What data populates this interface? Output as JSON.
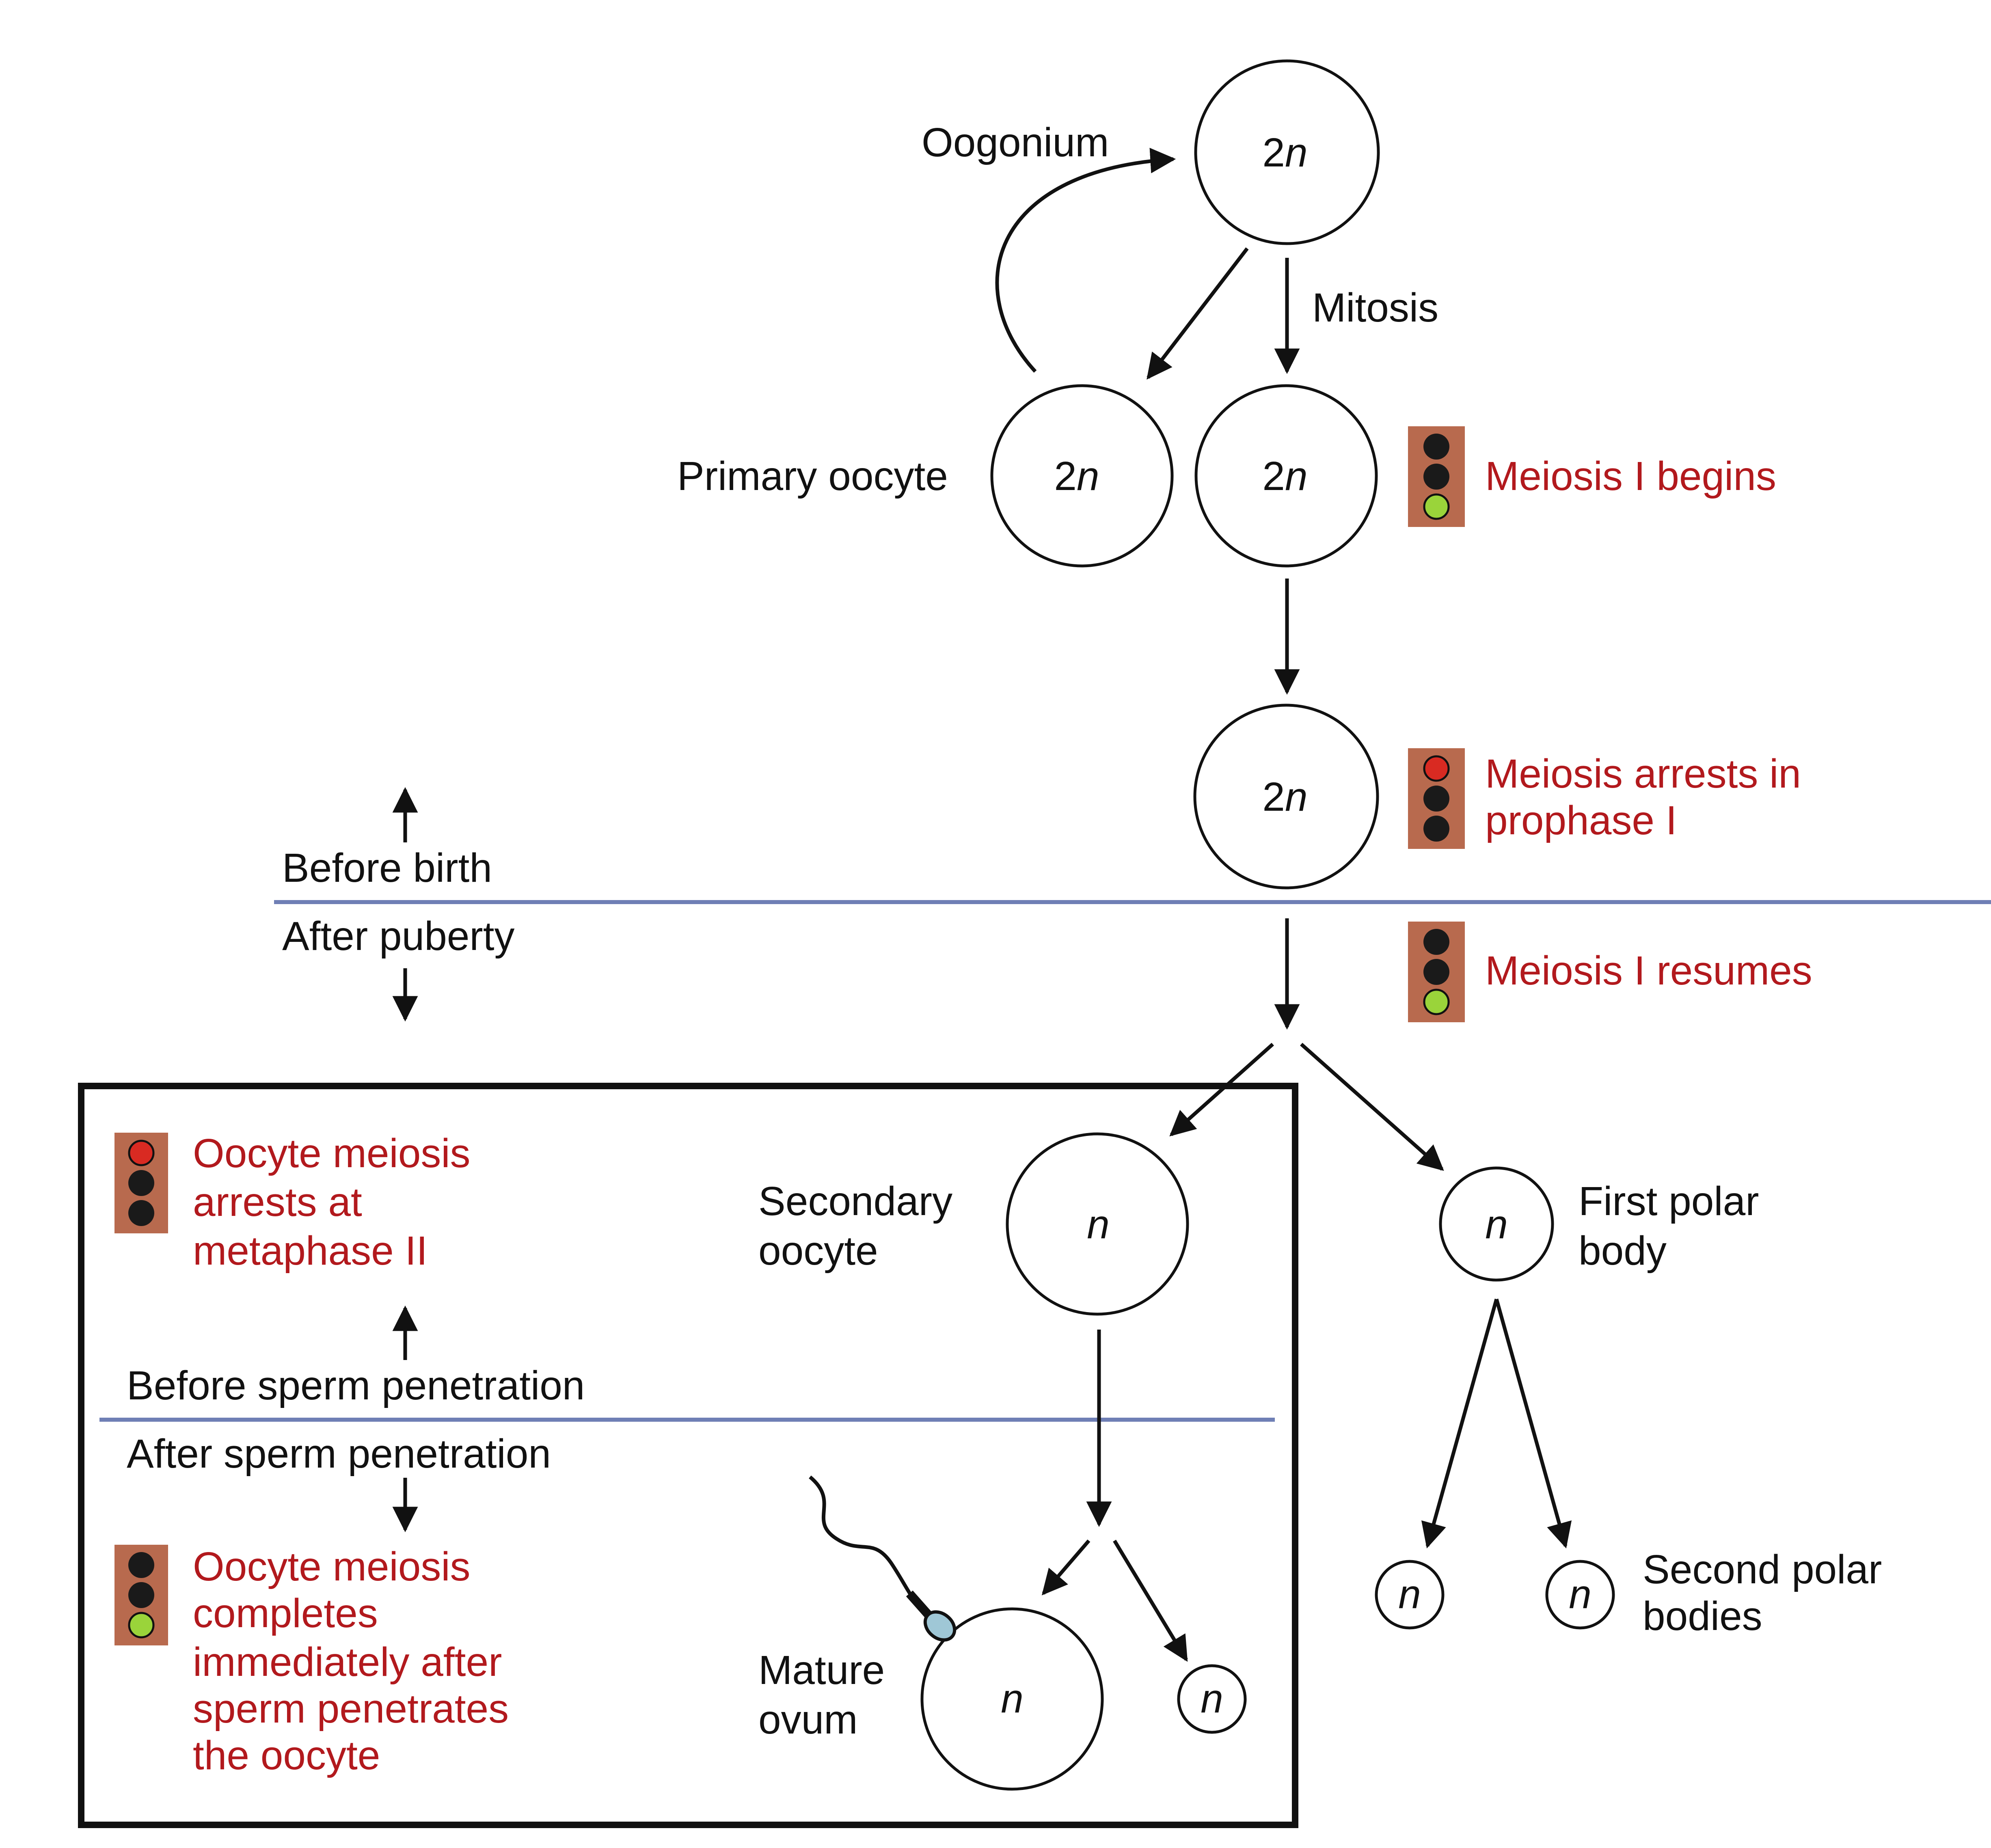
{
  "labels": {
    "oogonium": "Oogonium",
    "mitosis": "Mitosis",
    "primary_oocyte": "Primary oocyte",
    "before_birth": "Before birth",
    "after_puberty": "After puberty",
    "secondary_oocyte_line1": "Secondary",
    "secondary_oocyte_line2": "oocyte",
    "first_polar_body_line1": "First polar",
    "first_polar_body_line2": "body",
    "before_sperm": "Before sperm penetration",
    "after_sperm": "After sperm penetration",
    "mature_ovum_line1": "Mature",
    "mature_ovum_line2": "ovum",
    "second_polar_line1": "Second polar",
    "second_polar_line2": "bodies"
  },
  "events": {
    "meiosis_begins": "Meiosis I begins",
    "arrests_line1": "Meiosis arrests in",
    "arrests_line2": "prophase I",
    "meiosis_resumes": "Meiosis I resumes",
    "metaphase_line1": "Oocyte meiosis",
    "metaphase_line2": "arrests at",
    "metaphase_line3": "metaphase II",
    "completes_line1": "Oocyte meiosis",
    "completes_line2": "completes",
    "completes_line3": "immediately after",
    "completes_line4": "sperm penetrates",
    "completes_line5": "the oocyte"
  },
  "cells": {
    "diploid_coef": "2",
    "diploid_var": "n",
    "haploid": "n"
  },
  "colors": {
    "event_text": "#b2191d",
    "divider": "#6f7fb5",
    "signal_housing": "#b86a4e",
    "light_off": "#1a1a1a",
    "light_red": "#d92a22",
    "light_green": "#9ad43a"
  },
  "signals": {
    "meiosis_begins": "green",
    "arrests_prophase": "red",
    "meiosis_resumes": "green",
    "arrests_metaphase": "red",
    "completes": "green"
  }
}
